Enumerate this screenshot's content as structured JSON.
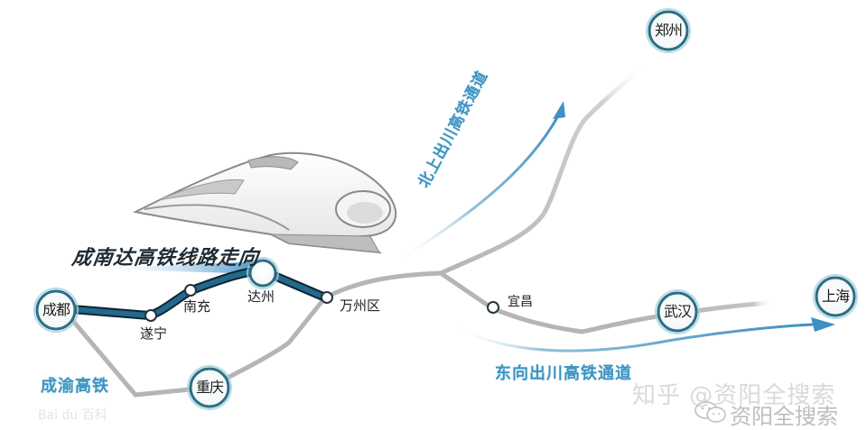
{
  "diagram": {
    "title": "成南达高铁线路走向",
    "routes": {
      "chengnanda": {
        "name": "成南达高铁",
        "color": "#1f5f7c",
        "stations": [
          "成都",
          "遂宁",
          "南充",
          "达州",
          "万州区"
        ]
      },
      "chengyu": {
        "name": "成渝高铁",
        "color": "#3d93bf",
        "stations": [
          "成都",
          "重庆",
          "万州区"
        ]
      },
      "north": {
        "name": "北上出川高铁通道",
        "color": "#4a90b8",
        "direction": "north",
        "destination": "郑州"
      },
      "east": {
        "name": "东向出川高铁通道",
        "color": "#4a90b8",
        "direction": "east",
        "stations": [
          "宜昌",
          "武汉"
        ],
        "destination": "上海"
      }
    },
    "nodes": {
      "chengdu": "成都",
      "suining": "遂宁",
      "nanchong": "南充",
      "dazhou": "达州",
      "wanzhou": "万州区",
      "chongqing": "重庆",
      "yichang": "宜昌",
      "wuhan": "武汉",
      "shanghai": "上海",
      "zhengzhou": "郑州"
    },
    "colors": {
      "main_line": "#1f5f7c",
      "other_lines": "#b5b5b5",
      "accent_blue": "#3d93bf",
      "node_ring": "#3f8fa6"
    },
    "watermark": {
      "zhihu": "知乎 @资阳全搜索",
      "wechat": "资阳全搜索",
      "baidu": "Bai du 百科"
    }
  }
}
